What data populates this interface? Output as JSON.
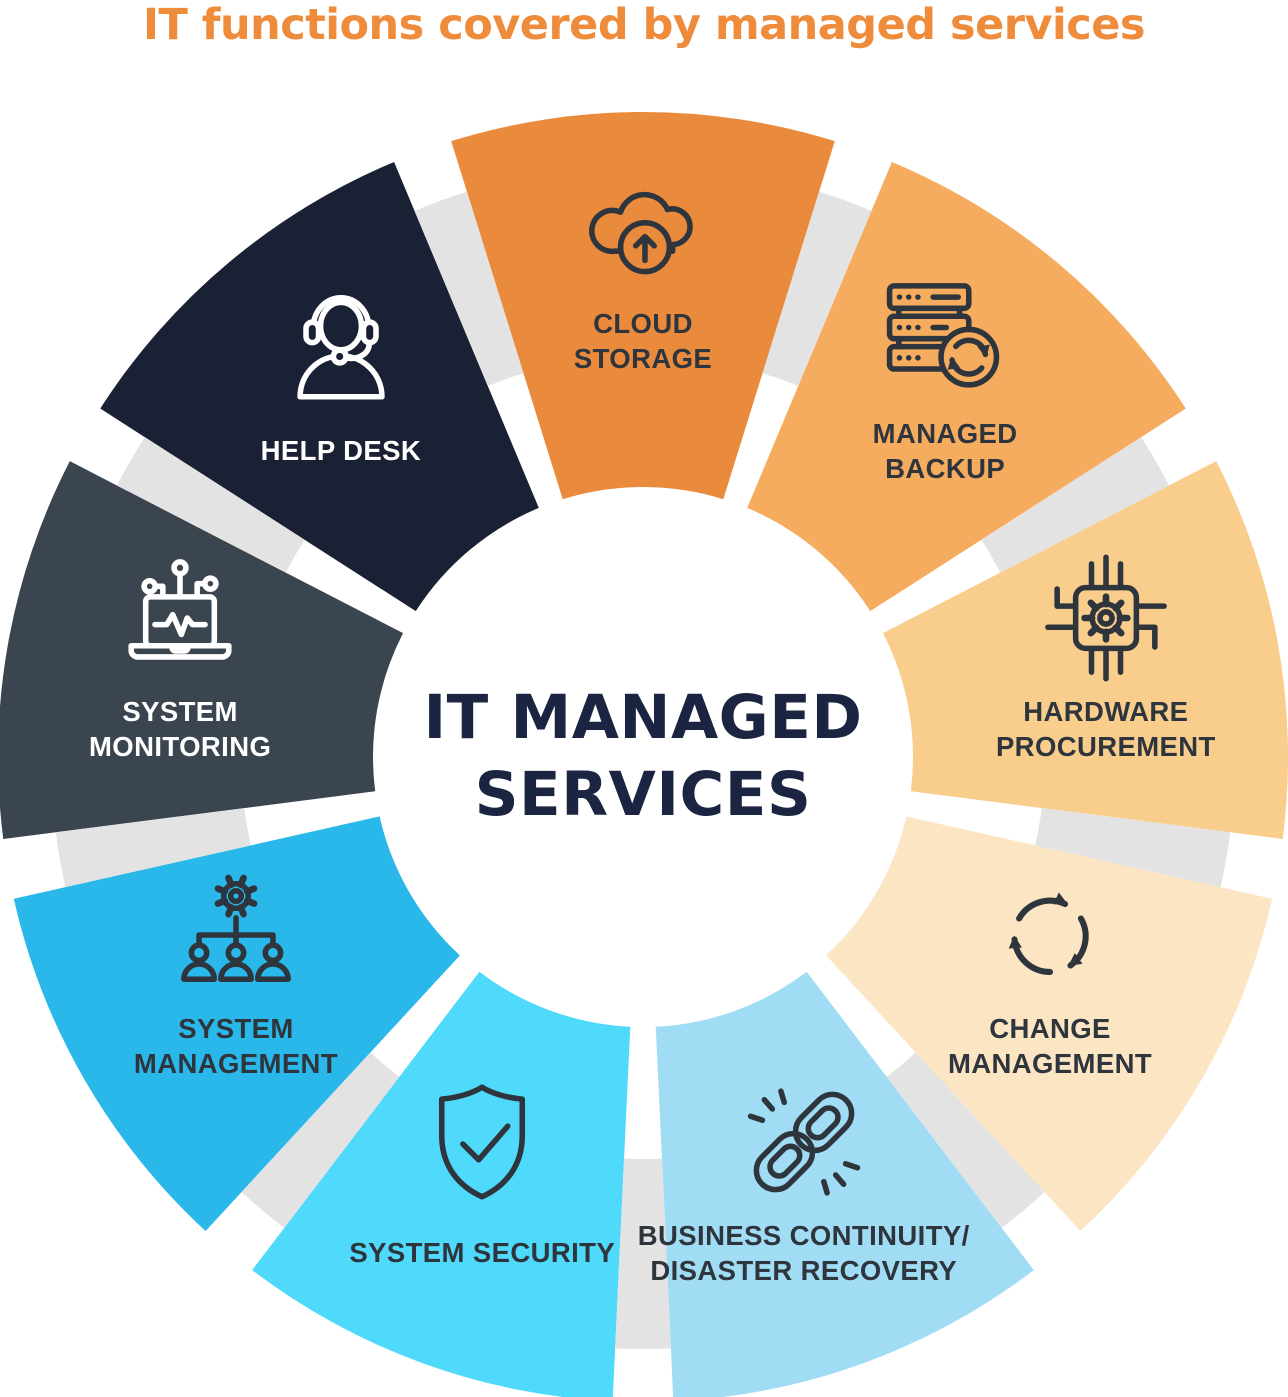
{
  "title": "IT functions covered by managed services",
  "title_color": "#EE8C3C",
  "background_color": "#FFFFFF",
  "center_title": "IT MANAGED\nSERVICES",
  "center_title_color": "#1B2440",
  "connector_color": "#E4E3E3",
  "segments": [
    {
      "label": "CLOUD\nSTORAGE",
      "icon": "cloud-upload",
      "color": "#EA8A3C",
      "text_color": "#2E353D"
    },
    {
      "label": "MANAGED\nBACKUP",
      "icon": "server-backup",
      "color": "#F6AC5F",
      "text_color": "#2E353D"
    },
    {
      "label": "HARDWARE\nPROCUREMENT",
      "icon": "chip-gear",
      "color": "#F9CE8C",
      "text_color": "#2E353D"
    },
    {
      "label": "CHANGE\nMANAGEMENT",
      "icon": "cycle-arrows",
      "color": "#FBE5C3",
      "text_color": "#2E353D"
    },
    {
      "label": "BUSINESS CONTINUITY/\nDISASTER RECOVERY",
      "icon": "chain-link",
      "color": "#A0DDF5",
      "text_color": "#2E353D"
    },
    {
      "label": "SYSTEM SECURITY",
      "icon": "shield-check",
      "color": "#4FD9FA",
      "text_color": "#2E353D"
    },
    {
      "label": "SYSTEM\nMANAGEMENT",
      "icon": "gear-orgchart",
      "color": "#29B8E9",
      "text_color": "#2E353D"
    },
    {
      "label": "SYSTEM\nMONITORING",
      "icon": "laptop-pulse",
      "color": "#3A4550",
      "text_color": "#FFFFFF"
    },
    {
      "label": "HELP DESK",
      "icon": "headset-person",
      "color": "#1A2134",
      "text_color": "#FFFFFF"
    }
  ]
}
